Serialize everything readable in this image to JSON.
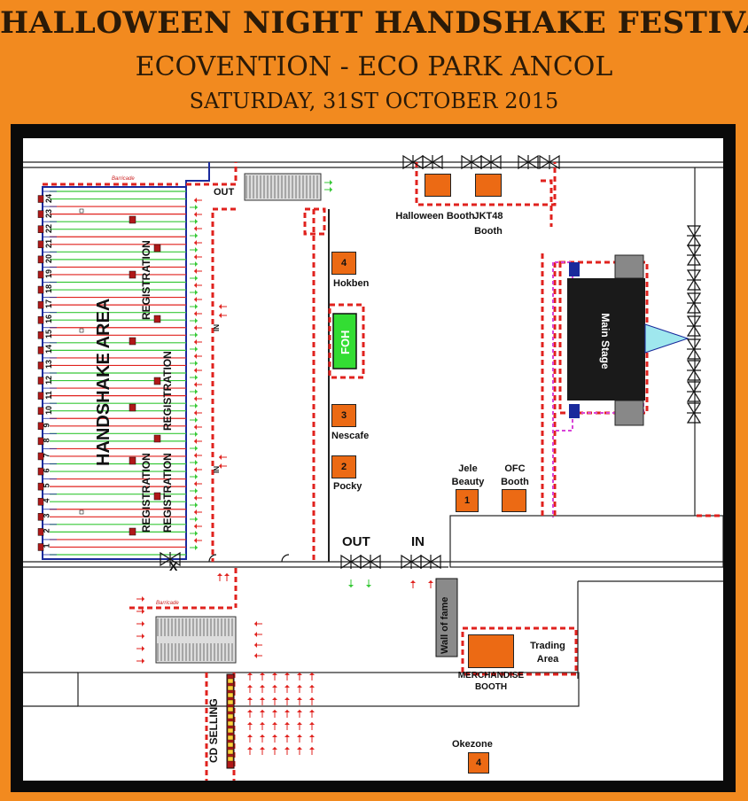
{
  "header": {
    "title": "HALLOWEEN NIGHT HANDSHAKE FESTIVAL",
    "venue": "ECOVENTION - ECO PARK ANCOL",
    "date": "SATURDAY, 31ST OCTOBER 2015"
  },
  "map": {
    "handshake_area": "HANDSHAKE AREA",
    "registration": "REGISTRATION",
    "lane_numbers": [
      "1",
      "2",
      "3",
      "4",
      "5",
      "6",
      "7",
      "8",
      "9",
      "10",
      "11",
      "12",
      "13",
      "14",
      "15",
      "16",
      "17",
      "18",
      "19",
      "20",
      "21",
      "22",
      "23",
      "24"
    ],
    "barricade": "Barricade",
    "out": "OUT",
    "in": "IN",
    "x_mark": "X",
    "main_stage": "Main Stage",
    "foh": "FOH",
    "wall_of_fame": "Wall of fame",
    "cd_selling": "CD SELLING",
    "booths": {
      "halloween": "Halloween Booth",
      "jkt48": "JKT48 Booth",
      "hokben": "Hokben",
      "nescafe": "Nescafe",
      "pocky": "Pocky",
      "jele": "Jele Beauty",
      "ofc": "OFC Booth",
      "trading": "Trading Area",
      "merch": "MERCHANDISE BOOTH",
      "okezone": "Okezone"
    },
    "booth_numbers": {
      "hokben": "4",
      "nescafe": "3",
      "pocky": "2",
      "jele": "1",
      "okezone": "4"
    },
    "colors": {
      "orange_bg": "#f28a1f",
      "booth": "#ec6a14",
      "barricade": "#e0221e",
      "queue_green": "#37c837",
      "queue_red": "#e0221e",
      "foh": "#33dd33",
      "stage": "#1a1a1a",
      "ramp": "#9fe7ee"
    }
  }
}
